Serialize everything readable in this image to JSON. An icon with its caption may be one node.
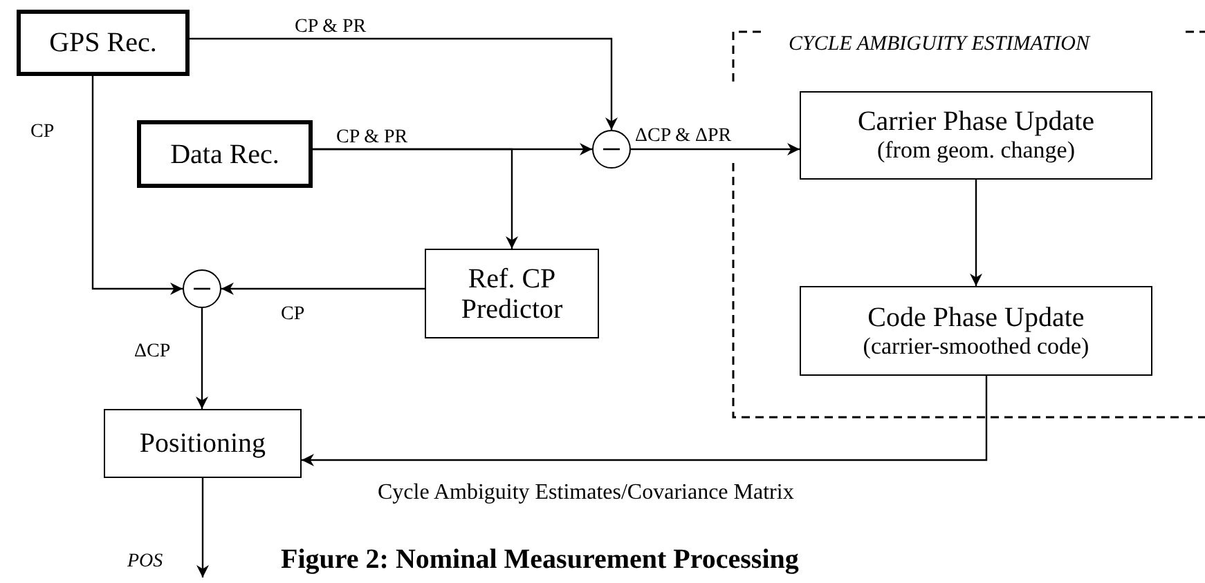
{
  "diagram": {
    "caption": "Figure 2:  Nominal Measurement Processing",
    "nodes": [
      {
        "text": [
          "GPS Rec."
        ]
      },
      {
        "text": [
          "Data Rec."
        ]
      },
      {
        "text": [],
        "shape": "circle"
      },
      {
        "text": [
          "CYCLE AMBIGUITY ESTIMATION"
        ]
      },
      {
        "text": [
          "Carrier Phase Update",
          "(from geom. change)"
        ],
        "in": 3
      },
      {
        "text": [
          "Code Phase Update",
          "(carrier-smoothed code)"
        ],
        "in": 3
      },
      {
        "text": [
          "Ref. CP Predictor"
        ]
      },
      {
        "text": [],
        "shape": "circle"
      },
      {
        "text": [
          "Positioning"
        ]
      }
    ],
    "edges": [
      {
        "from": 0,
        "to": 2,
        "arrow": "to",
        "label": "CP & PR"
      },
      {
        "from": 1,
        "to": 2,
        "arrow": "to",
        "label": "CP & PR"
      },
      {
        "from": 1,
        "to": 6,
        "arrow": "to"
      },
      {
        "from": 0,
        "to": 7,
        "arrow": "to",
        "label": "CP"
      },
      {
        "from": 6,
        "to": 7,
        "arrow": "to",
        "label": "CP"
      },
      {
        "from": 2,
        "to": 4,
        "arrow": "to",
        "label": "ΔCP & ΔPR"
      },
      {
        "from": 4,
        "to": 5,
        "arrow": "to"
      },
      {
        "from": 7,
        "to": 8,
        "arrow": "to",
        "label": "ΔCP"
      },
      {
        "from": 5,
        "to": 8,
        "arrow": "to",
        "label": "Cycle Ambiguity Estimates/Covariance Matrix"
      },
      {
        "from": 8,
        "to": null,
        "arrow": "to",
        "label": "POS"
      }
    ]
  }
}
